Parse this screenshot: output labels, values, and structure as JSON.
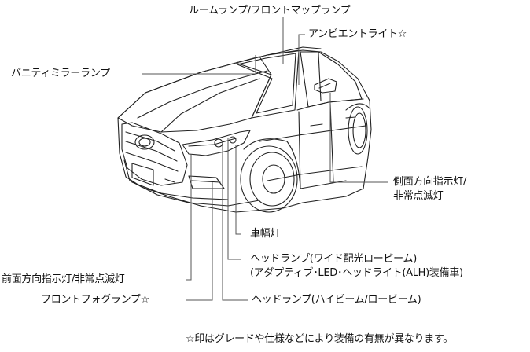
{
  "labels": {
    "room_lamp": "ルームランプ/フロントマップランプ",
    "ambient_light": "アンビエントライト☆",
    "vanity_mirror_lamp": "バニティミラーランプ",
    "side_turn_signal_1": "側面方向指示灯/",
    "side_turn_signal_2": "非常点滅灯",
    "position_lamp": "車幅灯",
    "headlamp_low_1": "ヘッドランプ(ワイド配光ロービーム)",
    "headlamp_low_2": "(アダプティブ･LED･ヘッドライト(ALH)装備車)",
    "front_turn_signal": "前面方向指示灯/非常点滅灯",
    "front_fog_lamp": "フロントフォグランプ☆",
    "headlamp_high": "ヘッドランプ(ハイビーム/ロービーム)"
  },
  "footnote": "☆印はグレードや仕様などにより装備の有無が異なります。"
}
